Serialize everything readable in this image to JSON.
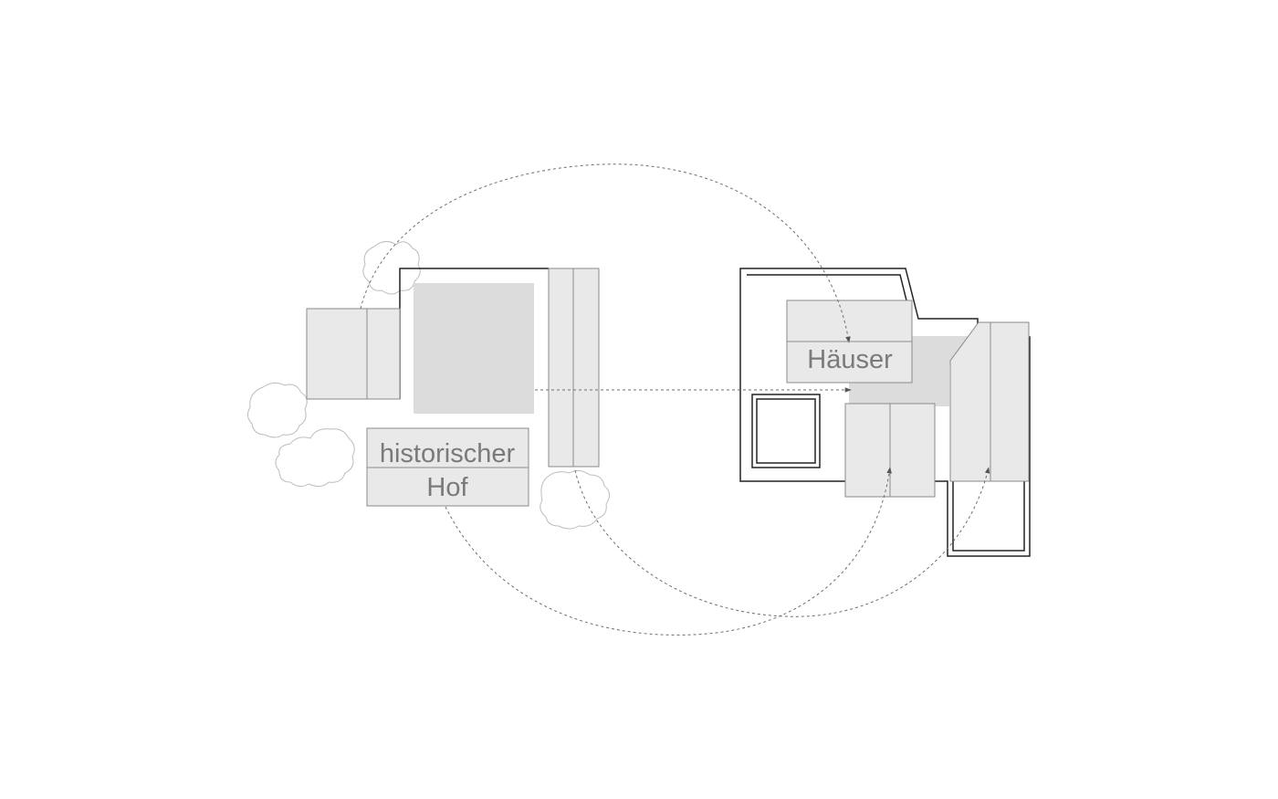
{
  "labels": {
    "historic_line1": "historischer",
    "historic_line2": "Hof",
    "houses": "Häuser"
  }
}
